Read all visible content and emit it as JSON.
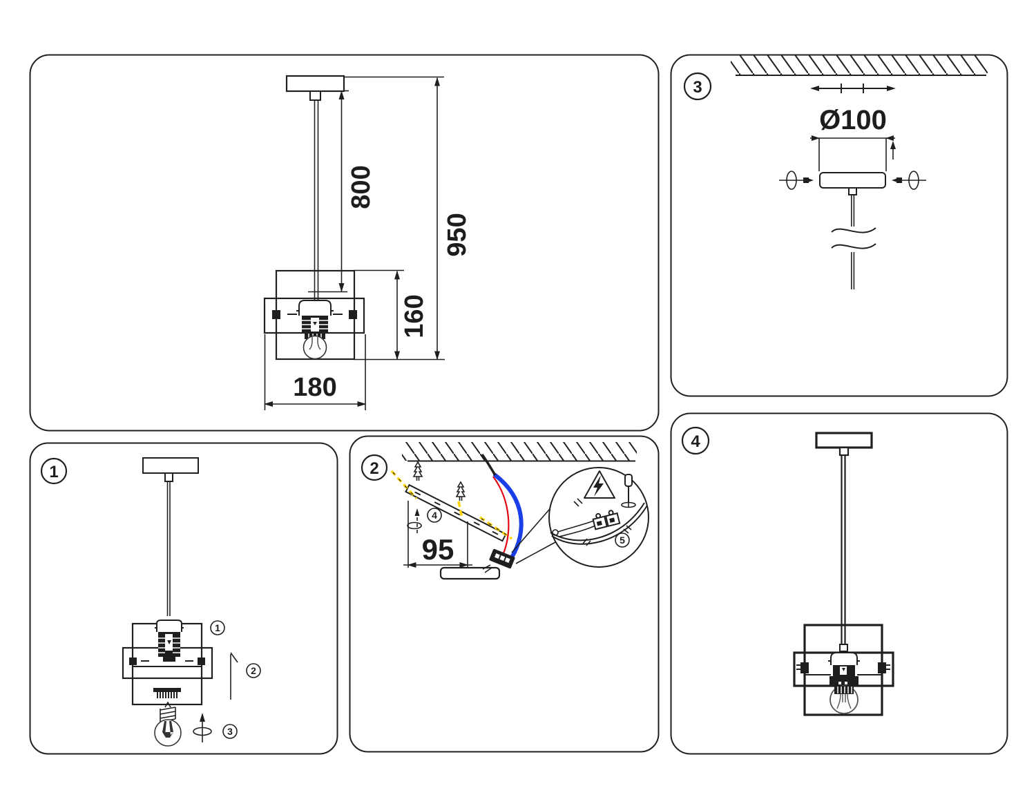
{
  "document": {
    "type": "pendant-lamp-installation-instruction-sheet",
    "colors": {
      "line": "#1f1f1f",
      "wire_blue": "#1a3ee8",
      "wire_red": "#e30613",
      "screw_axis_yellow": "#ffd400"
    }
  },
  "panel_dimensions": {
    "cord_drop": "800",
    "total_height": "950",
    "shade_height": "160",
    "shade_width": "180"
  },
  "panel_canopy": {
    "badge": "3",
    "canopy_diameter": "Ø100"
  },
  "panel_assembly": {
    "badge": "1",
    "step_shade": "1",
    "step_bar": "2",
    "step_bulb": "3"
  },
  "panel_mounting": {
    "badge": "2",
    "hole_spacing": "95",
    "step_bracket": "4",
    "step_wiring": "5"
  },
  "panel_final": {
    "badge": "4"
  }
}
